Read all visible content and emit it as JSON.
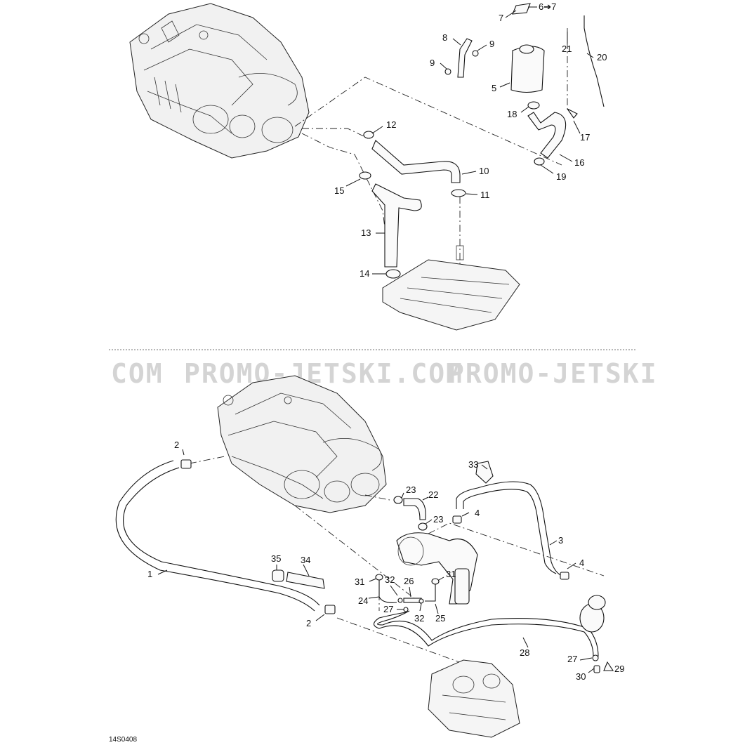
{
  "watermark": {
    "segments": [
      "COM",
      "PROMO-JETSKI.COM",
      "PROMO-JETSKI"
    ]
  },
  "drawing_ref": "14S0408",
  "callouts": {
    "top": [
      "6➔7",
      "7",
      "8",
      "9",
      "9",
      "5",
      "21",
      "20",
      "18",
      "17",
      "16",
      "19",
      "12",
      "10",
      "11",
      "15",
      "13",
      "14"
    ],
    "bottom": [
      "2",
      "33",
      "23",
      "22",
      "23",
      "4",
      "3",
      "4",
      "1",
      "35",
      "34",
      "31",
      "32",
      "26",
      "31",
      "24",
      "27",
      "32",
      "25",
      "2",
      "28",
      "27",
      "29",
      "30"
    ]
  }
}
